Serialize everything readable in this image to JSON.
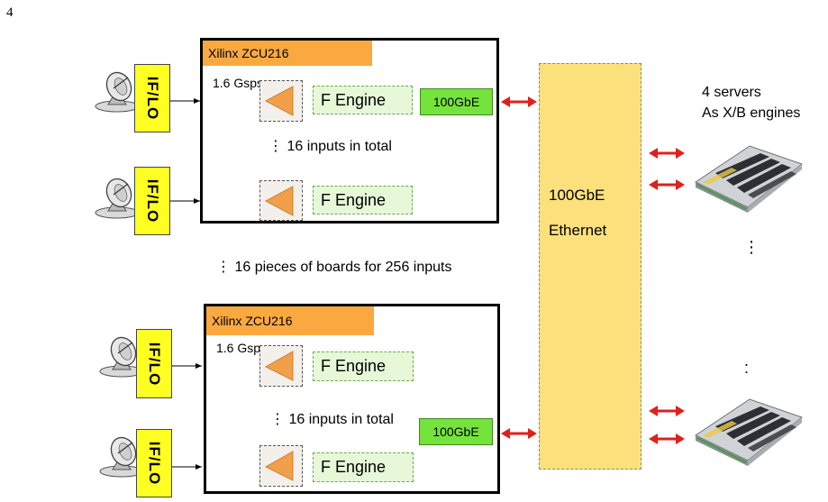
{
  "page_number": "4",
  "boards": [
    {
      "title": "Xilinx ZCU216",
      "sample_rate": "1.6 Gsps",
      "engine_top": "F Engine",
      "engine_bottom": "F Engine",
      "inputs_note": "⋮ 16 inputs in total",
      "link_label": "100GbE"
    },
    {
      "title": "Xilinx ZCU216",
      "sample_rate": "1.6 Gsps",
      "engine_top": "F Engine",
      "engine_bottom": "F Engine",
      "inputs_note": "⋮ 16 inputs in total",
      "link_label": "100GbE"
    }
  ],
  "iflo_label": "IF/LO",
  "boards_note": "⋮ 16 pieces of boards for 256 inputs",
  "ethernet": {
    "line1": "100GbE",
    "line2": "Ethernet"
  },
  "servers": {
    "line1": "4 servers",
    "line2": "As X/B engines",
    "dots": "⋮",
    "dots2": ":"
  },
  "colors": {
    "arrow": "#e0201c",
    "board_title": "#f9a940",
    "iflo": "#ffff22",
    "gbe": "#74e33b",
    "ethernet": "#fbe07c",
    "f_engine": "#e6f8d8",
    "amp": "#f0a04a"
  }
}
